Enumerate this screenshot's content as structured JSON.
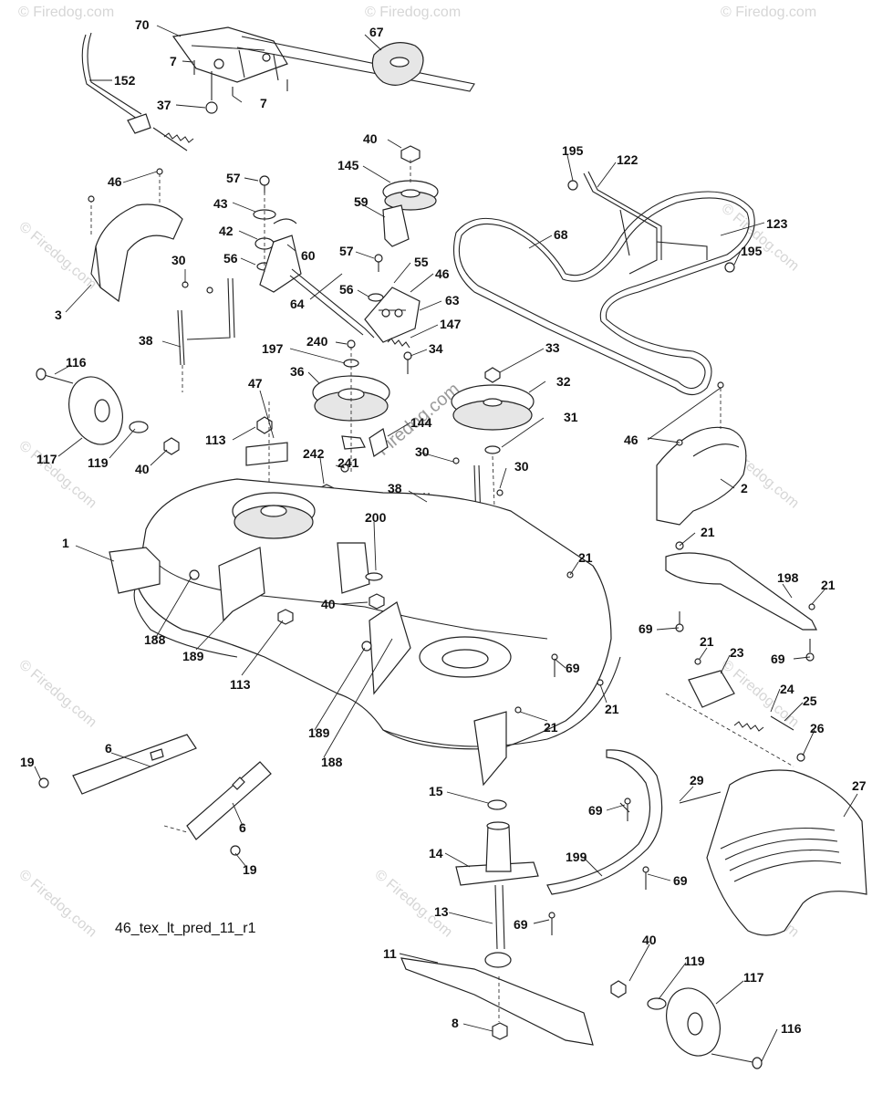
{
  "diagram": {
    "code": "46_tex_lt_pred_11_r1",
    "watermark": "© Firedog.com",
    "center_watermark": "Firedog.com",
    "callouts": [
      {
        "id": "c70",
        "text": "70"
      },
      {
        "id": "c67",
        "text": "67"
      },
      {
        "id": "c7a",
        "text": "7"
      },
      {
        "id": "c152",
        "text": "152"
      },
      {
        "id": "c7b",
        "text": "7"
      },
      {
        "id": "c37",
        "text": "37"
      },
      {
        "id": "c40a",
        "text": "40"
      },
      {
        "id": "c145",
        "text": "145"
      },
      {
        "id": "c195a",
        "text": "195"
      },
      {
        "id": "c122",
        "text": "122"
      },
      {
        "id": "c46a",
        "text": "46"
      },
      {
        "id": "c57a",
        "text": "57"
      },
      {
        "id": "c43",
        "text": "43"
      },
      {
        "id": "c59",
        "text": "59"
      },
      {
        "id": "c42",
        "text": "42"
      },
      {
        "id": "c60",
        "text": "60"
      },
      {
        "id": "c123",
        "text": "123"
      },
      {
        "id": "c68",
        "text": "68"
      },
      {
        "id": "c195b",
        "text": "195"
      },
      {
        "id": "c56a",
        "text": "56"
      },
      {
        "id": "c57b",
        "text": "57"
      },
      {
        "id": "c30a",
        "text": "30"
      },
      {
        "id": "c55",
        "text": "55"
      },
      {
        "id": "c46b",
        "text": "46"
      },
      {
        "id": "c3",
        "text": "3"
      },
      {
        "id": "c64",
        "text": "64"
      },
      {
        "id": "c56b",
        "text": "56"
      },
      {
        "id": "c63",
        "text": "63"
      },
      {
        "id": "c147",
        "text": "147"
      },
      {
        "id": "c38a",
        "text": "38"
      },
      {
        "id": "c240",
        "text": "240"
      },
      {
        "id": "c197",
        "text": "197"
      },
      {
        "id": "c34",
        "text": "34"
      },
      {
        "id": "c33",
        "text": "33"
      },
      {
        "id": "c116a",
        "text": "116"
      },
      {
        "id": "c36",
        "text": "36"
      },
      {
        "id": "c32",
        "text": "32"
      },
      {
        "id": "c47",
        "text": "47"
      },
      {
        "id": "c144",
        "text": "144"
      },
      {
        "id": "c31",
        "text": "31"
      },
      {
        "id": "c113a",
        "text": "113"
      },
      {
        "id": "c30b",
        "text": "30"
      },
      {
        "id": "c46c",
        "text": "46"
      },
      {
        "id": "c117a",
        "text": "117"
      },
      {
        "id": "c119a",
        "text": "119"
      },
      {
        "id": "c40b",
        "text": "40"
      },
      {
        "id": "c242",
        "text": "242"
      },
      {
        "id": "c241",
        "text": "241"
      },
      {
        "id": "c30c",
        "text": "30"
      },
      {
        "id": "c38b",
        "text": "38"
      },
      {
        "id": "c2",
        "text": "2"
      },
      {
        "id": "c200",
        "text": "200"
      },
      {
        "id": "c21a",
        "text": "21"
      },
      {
        "id": "c1",
        "text": "1"
      },
      {
        "id": "c21b",
        "text": "21"
      },
      {
        "id": "c198",
        "text": "198"
      },
      {
        "id": "c21c",
        "text": "21"
      },
      {
        "id": "c40c",
        "text": "40"
      },
      {
        "id": "c188a",
        "text": "188"
      },
      {
        "id": "c69a",
        "text": "69"
      },
      {
        "id": "c189a",
        "text": "189"
      },
      {
        "id": "c21d",
        "text": "21"
      },
      {
        "id": "c23",
        "text": "23"
      },
      {
        "id": "c69b",
        "text": "69"
      },
      {
        "id": "c113b",
        "text": "113"
      },
      {
        "id": "c69c",
        "text": "69"
      },
      {
        "id": "c24",
        "text": "24"
      },
      {
        "id": "c25",
        "text": "25"
      },
      {
        "id": "c21e",
        "text": "21"
      },
      {
        "id": "c189b",
        "text": "189"
      },
      {
        "id": "c21f",
        "text": "21"
      },
      {
        "id": "c26",
        "text": "26"
      },
      {
        "id": "c188b",
        "text": "188"
      },
      {
        "id": "c6a",
        "text": "6"
      },
      {
        "id": "c19a",
        "text": "19"
      },
      {
        "id": "c15",
        "text": "15"
      },
      {
        "id": "c29",
        "text": "29"
      },
      {
        "id": "c27",
        "text": "27"
      },
      {
        "id": "c69d",
        "text": "69"
      },
      {
        "id": "c6b",
        "text": "6"
      },
      {
        "id": "c14",
        "text": "14"
      },
      {
        "id": "c199",
        "text": "199"
      },
      {
        "id": "c19b",
        "text": "19"
      },
      {
        "id": "c69e",
        "text": "69"
      },
      {
        "id": "c13",
        "text": "13"
      },
      {
        "id": "c69f",
        "text": "69"
      },
      {
        "id": "c11",
        "text": "11"
      },
      {
        "id": "c40d",
        "text": "40"
      },
      {
        "id": "c119b",
        "text": "119"
      },
      {
        "id": "c117b",
        "text": "117"
      },
      {
        "id": "c8",
        "text": "8"
      },
      {
        "id": "c116b",
        "text": "116"
      }
    ]
  }
}
